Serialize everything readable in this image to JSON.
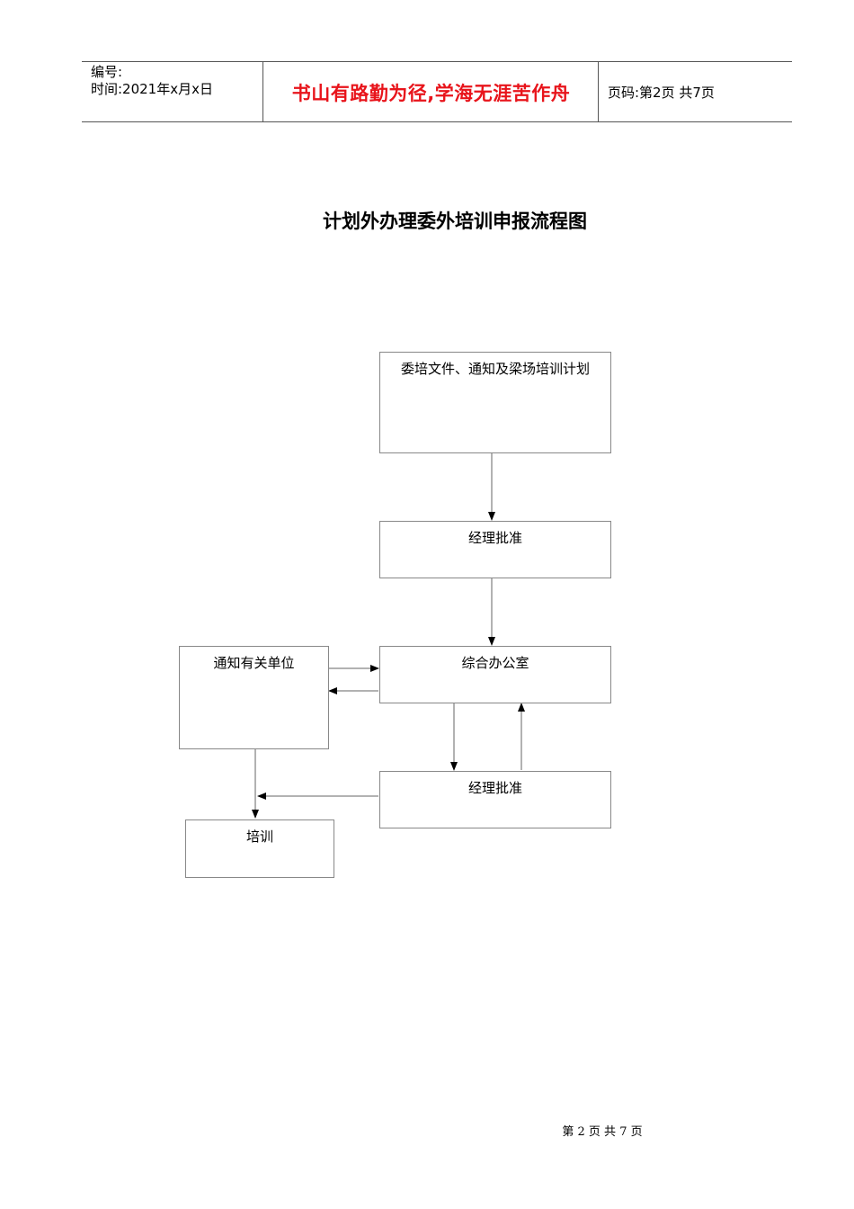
{
  "header": {
    "number_label": "编号:",
    "date_label": "时间:2021年x月x日",
    "motto": "书山有路勤为径,学海无涯苦作舟",
    "page_label": "页码:第2页  共7页"
  },
  "title": "计划外办理委外培训申报流程图",
  "flow": {
    "nodes": [
      {
        "id": "docs",
        "label": "委培文件、通知及梁场培训计划"
      },
      {
        "id": "approve1",
        "label": "经理批准"
      },
      {
        "id": "notify",
        "label": "通知有关单位"
      },
      {
        "id": "office",
        "label": "综合办公室"
      },
      {
        "id": "approve2",
        "label": "经理批准"
      },
      {
        "id": "training",
        "label": "培训"
      }
    ]
  },
  "footer": {
    "text": "第 2 页 共 7 页"
  }
}
